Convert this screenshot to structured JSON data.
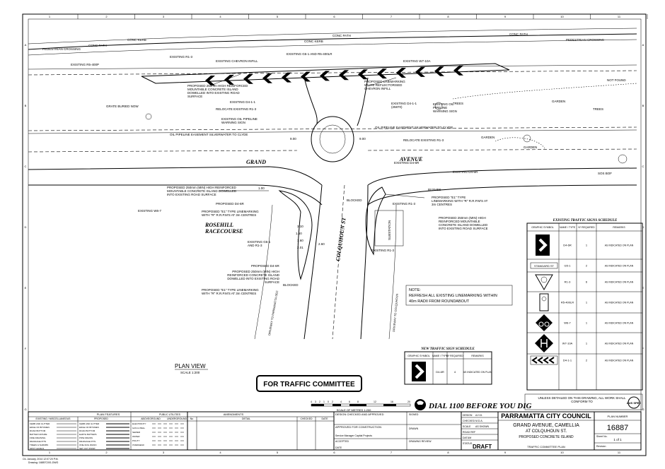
{
  "grid": {
    "cols": [
      "1",
      "2",
      "3",
      "4",
      "5",
      "6",
      "7",
      "8",
      "9",
      "10",
      "11"
    ],
    "rows": [
      "A",
      "B",
      "C",
      "D",
      "E",
      "F",
      "G"
    ]
  },
  "map_labels": {
    "conc_kerb": "CONC KERB",
    "conc_path_1": "CONC PATH",
    "conc_path_2": "CONC PATH",
    "conc_path_3": "CONC PATH",
    "conc_kerb_2": "CONC KERB",
    "ped_crossing_1": "PEDESTRIAN CROSSING",
    "ped_crossing_2": "PEDESTRIAN CROSSING",
    "existing_r5": "EXISTING R5-400P",
    "existing_r1_3_top": "EXISTING R1-3",
    "existing_chevron_infill": "EXISTING CHEVRON INFILL",
    "existing_g5_1": "EXISTING G5-1 AND R5-400LR",
    "existing_w7_10a": "EXISTING W7-10A",
    "proposed_island": "PROPOSED 250mm HIGH REINFORCED MOUNTABLE CONCRETE ISLAND DOWELLED INTO EXISTING ROAD SURFACE",
    "proposed_linemarking_chevron": "PROPOSED LINEMARKING WHITE REFLECTORISED CHEVRON INFILL",
    "existing_d4_1_1": "EXISTING D4-1-1",
    "relocate_r1_3_a": "RELOCATE EXISTING R1-3",
    "existing_oil_sign": "EXISTING OIL PIPELINE WARNING SIGN",
    "existing_d4_1_1_b": "EXISTING D4-1-1 (25870)",
    "existing_oil_b": "EXISTING OIL PIPELINE WARNING SIGN",
    "grate": "GRATE BURIED NOW",
    "oil_easement_w": "OIL PIPELINE EASEMENT SILVERWATER TO CLYDE",
    "oil_easement_e": "OIL PIPELINE EASEMENT SILVERWATER TO CLYDE",
    "relocate_r1_3_b": "RELOCATE EXISTING R1-3",
    "not_found": "NOT FOUND",
    "garden_1": "GARDEN",
    "garden_2": "GARDEN",
    "garden_3": "GARDEN",
    "trees_1": "TREES",
    "trees_2": "TREES",
    "sos": "SOS BOF",
    "lvl_900_a": "9.00",
    "lvl_900_b": "9.00",
    "street_grand": "GRAND",
    "street_avenue": "AVENUE",
    "street_colquhoun": "COLQUHOUN ST",
    "rosehill": "ROSEHILL",
    "racecourse": "RACECOURSE",
    "existing_d4_6_a": "EXISTING D4-6R",
    "existing_d4_6_b": "EXISTING D4-6R",
    "existing_w6_7": "EXISTING W6-7",
    "proposed_250_left": "PROPOSED 250mm (MIN) HIGH REINFORCED MOUNTABLE CONCRETE ISLAND DOWELLED INTO EXISTING ROAD SURFACE",
    "proposed_d4_6r_a": "PROPOSED D4-6R",
    "proposed_e1_a": "PROPOSED \"E1\" TYPE LINEMARKING WITH \"R\" R.R.P.M'S AT 3m CENTRES",
    "existing_g5_1_b": "EXISTING G5-1 AND R1-3",
    "proposed_d4_6r_b": "PROPOSED D4-6R",
    "proposed_250_b": "PROPOSED 250mm (MIN) HIGH REINFORCED CONCRETE ISLAND DOWELLED INTO EXISTING ROAD SURFACE",
    "proposed_e1_b": "PROPOSED \"E1\" TYPE LINEMARKING WITH \"R\" R.R.P.M'S AT 3m CENTRES",
    "existing_r1_3_c": "EXISTING R1-3",
    "existing_r1_3_d": "EXISTING R1-3",
    "blocked_1": "BLOCKED",
    "blocked_2": "BLOCKED",
    "bushes": "BUSHES",
    "proposed_e1_c": "PROPOSED \"E1\" TYPE LINEMARKING WITH \"R\" R.R.P.M'S AT 3m CENTRES",
    "proposed_250_c": "PROPOSED 250mm (MIN) HIGH REINFORCED MOUNTABLE CONCRETE ISLAND DOWELLED INTO EXISTING ROAD SURFACE",
    "substation": "SUBSTATION",
    "lvl_150": "1.50",
    "lvl_160": "1.60",
    "lvl_100": "1.00",
    "lvl_310": "3.10",
    "lvl_260": "2.60",
    "lvl_201": "2.01",
    "driveway_w": "DRIVEWAY TO PARRAMATTA OEC",
    "driveway_e": "DRIVEWAY TO COLQUHOUN",
    "note_title": "NOTE:",
    "note_line1": "REFRESH ALL EXISTING LINEMARKING WITHIN",
    "note_line2": "40m RADII FROM ROUNDABOUT",
    "plan_view": "PLAN VIEW",
    "plan_scale": "SCALE 1:200",
    "for_traffic": "FOR TRAFFIC COMMITTEE",
    "scale_numbers": [
      "4",
      "3",
      "2",
      "1",
      "0",
      "2",
      "4",
      "6",
      "8",
      "12",
      "16",
      "20"
    ],
    "scale_caption": "SCALE OF METRES 1:200",
    "dial": "DIAL 1100 BEFORE YOU DIG"
  },
  "existing_schedule": {
    "title": "EXISTING TRAFFIC SIGNS SCHEDULE",
    "headers": [
      "GRAPHIC SYMBOL",
      "NAME / TYPE",
      "Nº REQUIRED",
      "REMARKS"
    ],
    "rows": [
      {
        "graphic": "chevron",
        "name": "D4-6R",
        "qty": "1",
        "remarks": "AS INDICATED ON PLAN"
      },
      {
        "graphic": "standard",
        "name": "G5-1",
        "qty": "2",
        "remarks": "AS INDICATED ON PLAN",
        "label": "STANDARD ST"
      },
      {
        "graphic": "roundabout",
        "name": "R1-3",
        "qty": "6",
        "remarks": "AS INDICATED ON PLAN"
      },
      {
        "graphic": "nostopping",
        "name": "R5-400LR",
        "qty": "1",
        "remarks": "AS INDICATED ON PLAN"
      },
      {
        "graphic": "bicycle",
        "name": "W6-7",
        "qty": "1",
        "remarks": "AS INDICATED ON PLAN"
      },
      {
        "graphic": "merge",
        "name": "W7-10A",
        "qty": "1",
        "remarks": "AS INDICATED ON PLAN"
      },
      {
        "graphic": "chevrons",
        "name": "D4-1-1",
        "qty": "2",
        "remarks": "AS INDICATED ON PLAN"
      }
    ]
  },
  "new_schedule": {
    "title": "NEW TRAFFIC SIGN SCHEDULE",
    "headers": [
      "GRAPHIC SYMBOL",
      "NAME / TYPE",
      "Nº REQUIRED",
      "REMARKS"
    ],
    "rows": [
      {
        "graphic": "chevron",
        "name": "D4-6R",
        "qty": "4",
        "remarks": "AS INDICATED ON PLAN"
      }
    ]
  },
  "unless_note": "UNLESS DETAILED ON THIS DRAWING, ALL WORK SHALL CONFORM TO",
  "ausspec": "AUS SPEC",
  "title_block": {
    "council": "PARRAMATTA CITY COUNCIL",
    "plan_number_label": "PLAN NUMBER",
    "plan_number": "16887",
    "title1": "GRAND AVENUE, CAMELLIA",
    "title2": "AT COLQUHOUN ST.",
    "title3": "PROPOSED CONCRETE ISLAND",
    "title4": "TRAFFIC COMMITTEE PLAN",
    "sheet_label": "Sheet No.",
    "sheet": "1 of 1",
    "revision": "Revision",
    "design": "DESIGN",
    "design_val": "A.H.D.",
    "checked": "CHECKED",
    "checked_val": "M.D.A.",
    "scale": "SCALE",
    "scale_val": "AS SHOWN",
    "road_ref": "ROAD REF",
    "datum": "DATUM",
    "status": "STATUS",
    "status_val": "DRAFT",
    "design_checked": "DESIGN CHECKED AND APPROVED",
    "signed": "SIGNED",
    "approved": "APPROVED FOR CONSTRUCTION",
    "drawn": "DRAWN",
    "service_manager": "Service Manager Capital Projects",
    "accepted": "ACCEPTED",
    "drawing_review": "DRAWING REVIEW",
    "date": "DATE"
  },
  "amendments": {
    "title": "AMENDMENTS",
    "no": "No",
    "detail": "DETAIL",
    "checked": "CHECKED",
    "date": "DATE"
  },
  "legend": {
    "title": "PLAN FEATURES",
    "col1": "EXISTING / MISCELLANEOUS",
    "col2": "PROPOSED",
    "utilities": "PUBLIC UTILITIES",
    "col3": "ABOVEGROUND",
    "col4": "UNDERGROUND",
    "left_items": [
      "KERB AND GUTTER",
      "EDGE OF BITUMEN",
      "ROAD BOTTOM",
      "BATTER NATURE",
      "FIRE DRAINING",
      "DRAINAGE PITS",
      "TREES & SHRUBS",
      "SPOT LEVELS"
    ],
    "mid_items": [
      "KERB AND GUTTER",
      "EDGE OF BITUMEN",
      "ROAD BOTTOM",
      "EARTH BATTERS",
      "PIPE DRAINS",
      "DRAINAGE PITS",
      "ONE-SOIL DRAIN",
      "SET OUT POINT"
    ],
    "util_items": [
      "ELECTRICITY",
      "GAS & WELL",
      "SEWER",
      "WATER",
      "POLITY",
      "OVERHEAD"
    ]
  },
  "footer": {
    "line1": "CIL January, 2014 12:07:20 P.M.",
    "line2": "Drawing: 16887C001.DWG"
  }
}
